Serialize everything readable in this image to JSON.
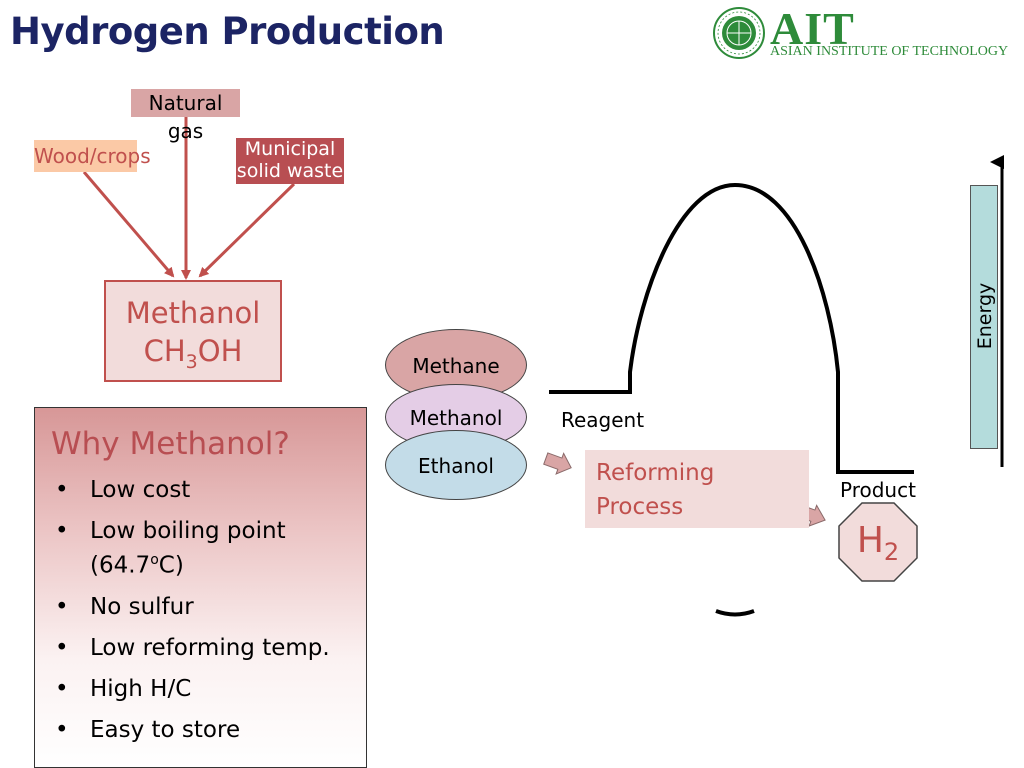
{
  "title": "Hydrogen Production",
  "logo": {
    "name": "AIT",
    "subtitle": "ASIAN INSTITUTE OF TECHNOLOGY"
  },
  "sources": {
    "natural_gas": "Natural gas",
    "wood_crops": "Wood/crops",
    "msw_line1": "Municipal",
    "msw_line2": "solid waste"
  },
  "methanol_box": {
    "name": "Methanol",
    "formula_prefix": "CH",
    "formula_sub": "3",
    "formula_suffix": "OH"
  },
  "why_methanol": {
    "title": "Why Methanol?",
    "bullets": [
      "Low cost",
      "Low boiling point",
      "No sulfur",
      "Low reforming temp.",
      "High H/C",
      "Easy to store"
    ],
    "boiling_value": "(64.7",
    "boiling_sup": "o",
    "boiling_unit": "C)"
  },
  "feedstocks": [
    "Methane",
    "Methanol",
    "Ethanol"
  ],
  "reforming": {
    "line1": "Reforming",
    "line2": "Process"
  },
  "energy_diagram": {
    "reagent_label": "Reagent",
    "product_label": "Product",
    "axis_label": "Energy"
  },
  "product": {
    "symbol": "H",
    "subscript": "2"
  },
  "colors": {
    "title": "#1c2464",
    "accent_red": "#c0504d",
    "logo_green": "#2e8b3a"
  }
}
